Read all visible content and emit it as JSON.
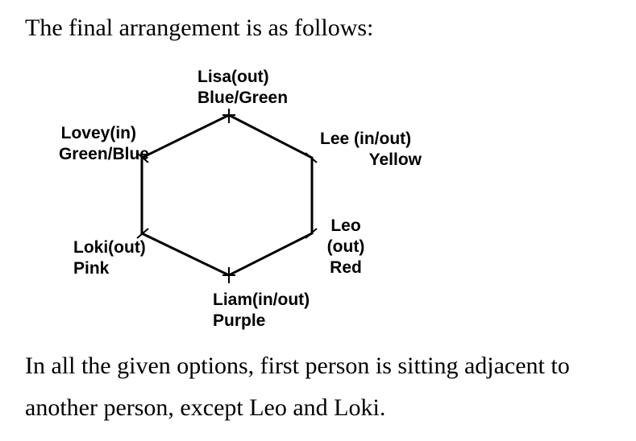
{
  "heading": "The final arrangement is as follows:",
  "people": [
    {
      "id": "lisa",
      "name": "Lisa(out)",
      "color": "Blue/Green"
    },
    {
      "id": "lee",
      "name": "Lee (in/out)",
      "color": "Yellow"
    },
    {
      "id": "leo",
      "name": "Leo",
      "state": "(out)",
      "color": "Red"
    },
    {
      "id": "liam",
      "name": "Liam(in/out)",
      "color": "Purple"
    },
    {
      "id": "loki",
      "name": "Loki(out)",
      "color": "Pink"
    },
    {
      "id": "lovey",
      "name": "Lovey(in)",
      "color": "Green/Blue"
    }
  ],
  "conclusion": {
    "line1": "In all the given options, first person is sitting adjacent to",
    "line2": "another person, except Leo and Loki."
  }
}
